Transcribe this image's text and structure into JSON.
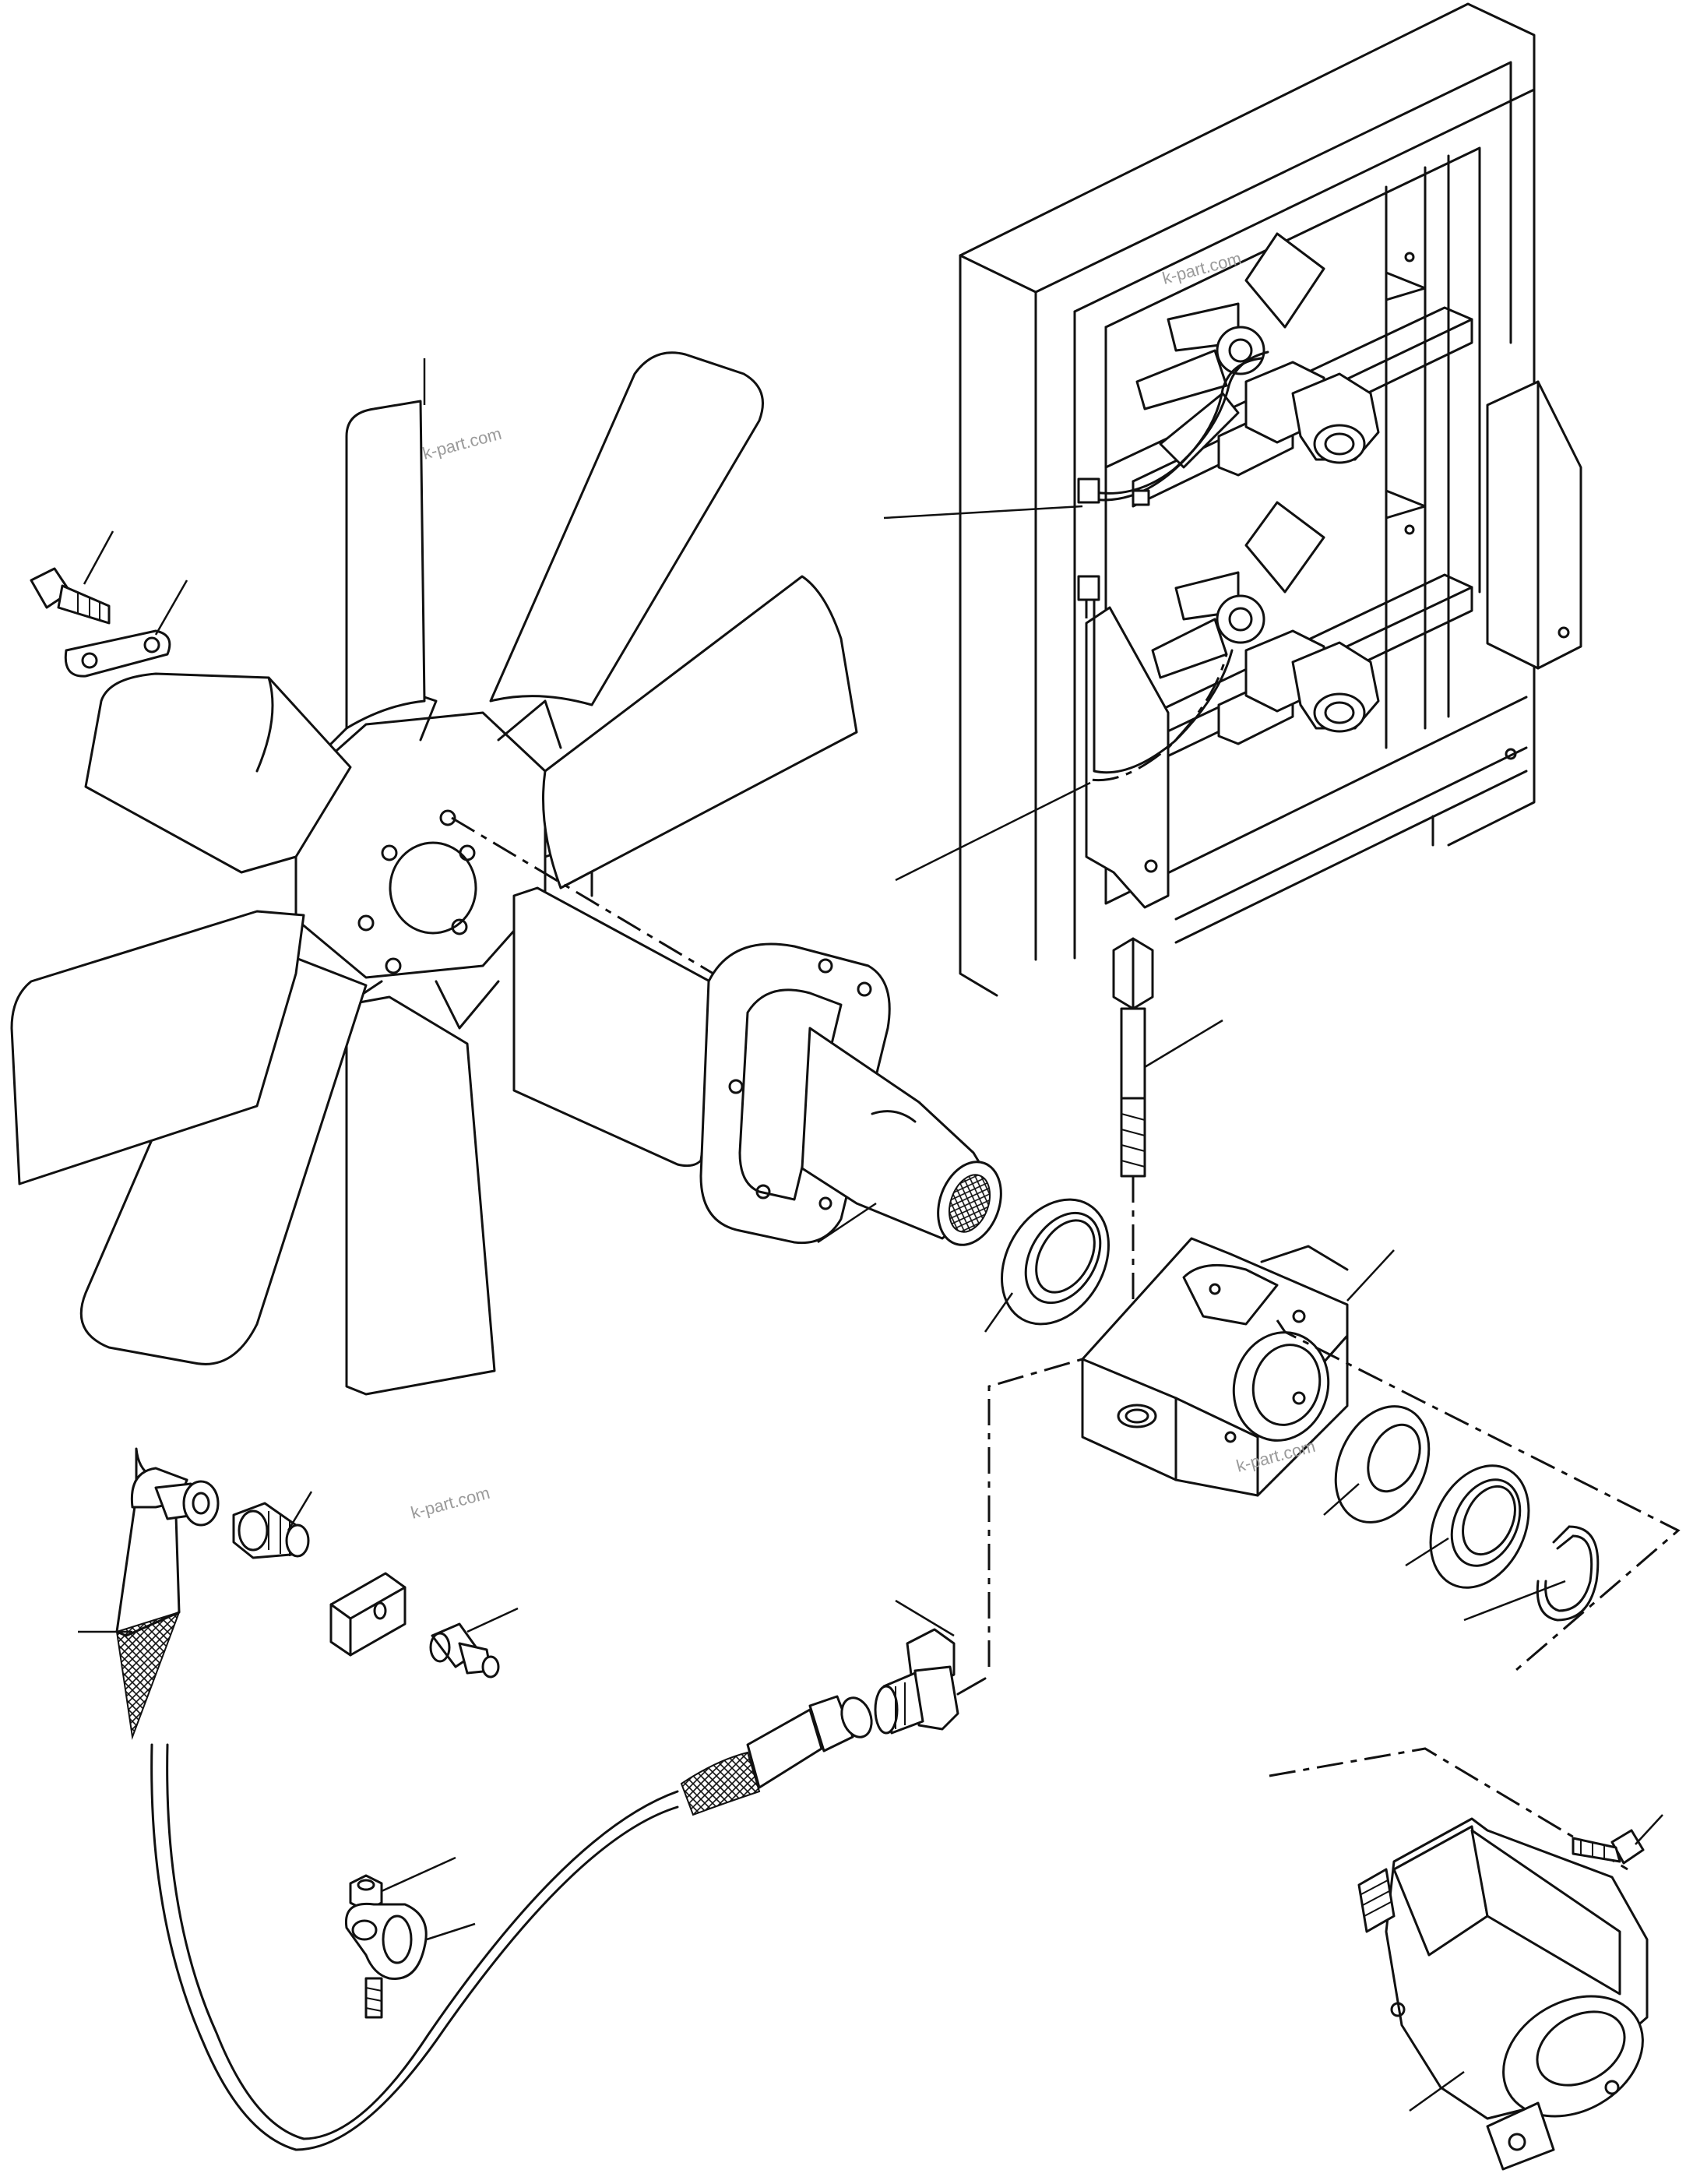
{
  "watermark": {
    "text": "k-part.com",
    "color": "#9a9a9a"
  },
  "colors": {
    "line": "#111111",
    "background": "#ffffff"
  },
  "parts": {
    "fan": "fan-blade-assembly",
    "frame": "radiator-fan-frame",
    "shaft": "fan-shaft-flange",
    "housing": "bearing-housing",
    "motor": "hydraulic-fan-motor",
    "hose": "grease-hose"
  }
}
